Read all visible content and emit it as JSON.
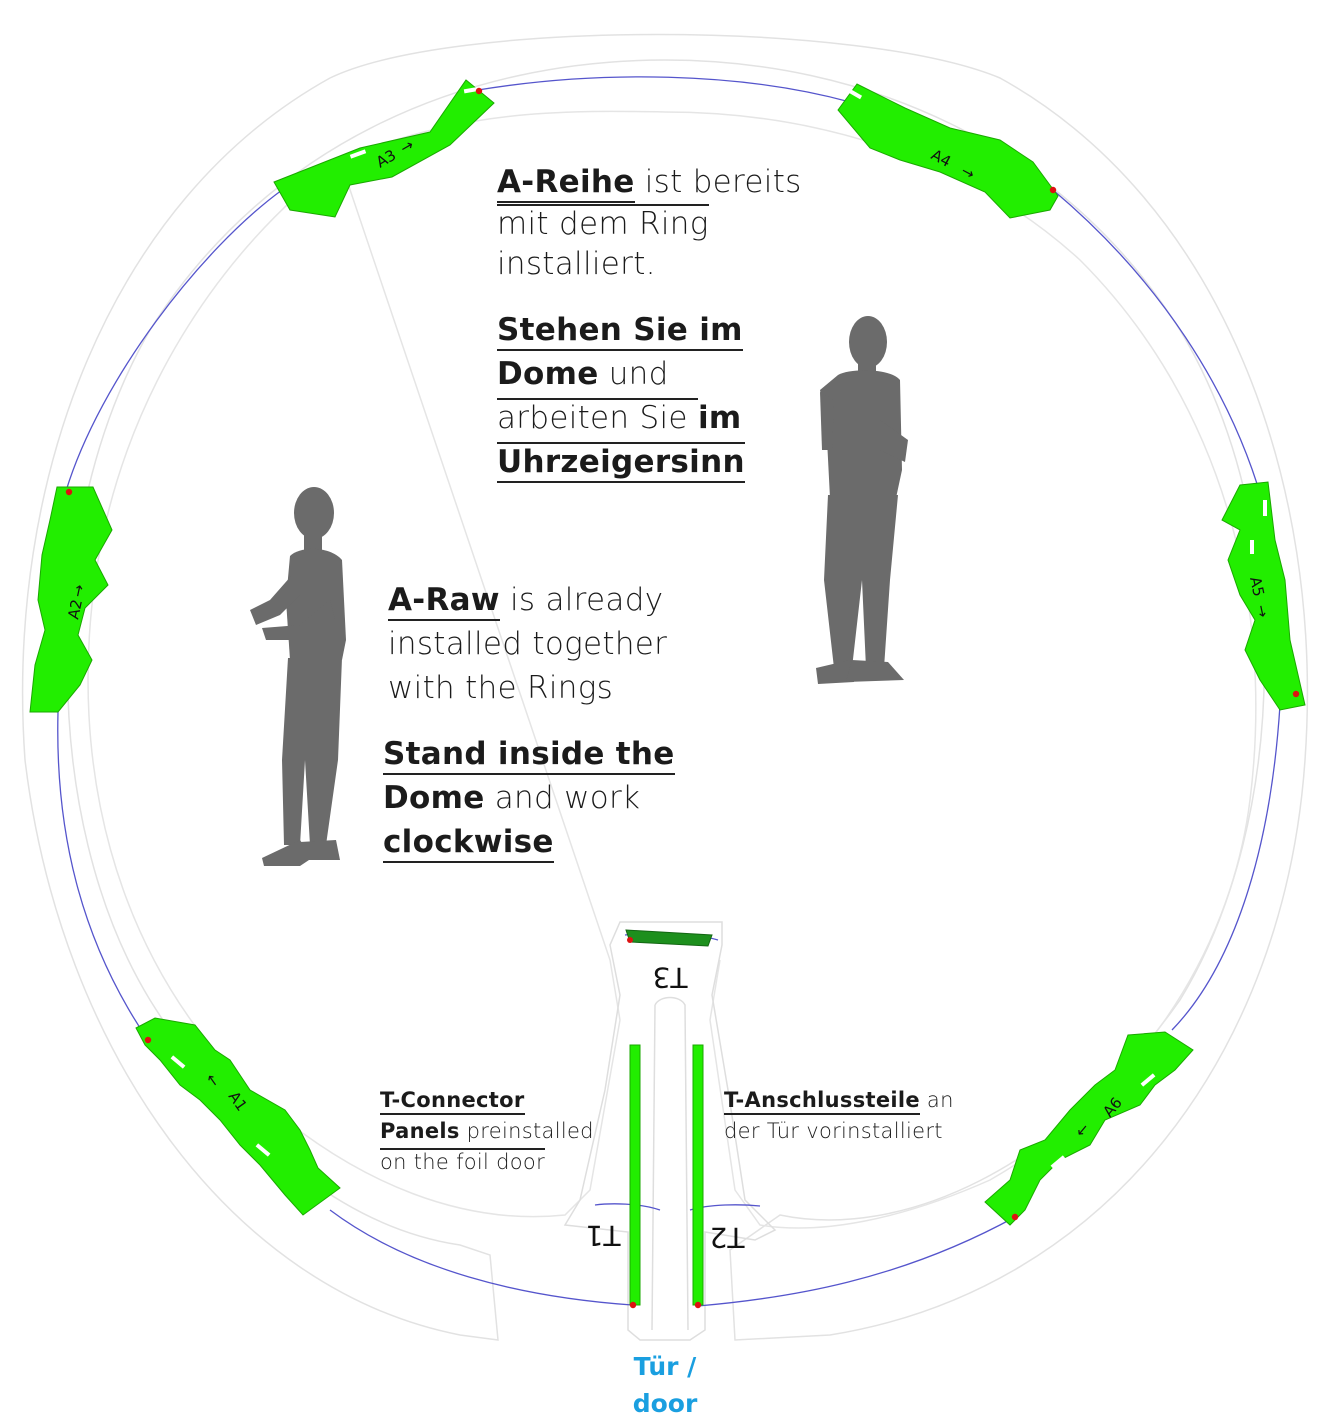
{
  "panels": {
    "A1": "A1",
    "A2": "A2",
    "A3": "A3",
    "A4": "A4",
    "A5": "A5",
    "A6": "A6",
    "T1": "T1",
    "T2": "T2",
    "T3": "T3"
  },
  "german_block": {
    "line1_bold": "A-Reihe",
    "line1_rest": " ist bereits",
    "line2": "mit dem Ring",
    "line3": "installiert.",
    "line4": "Stehen Sie im",
    "line5_bold": "Dome",
    "line5_rest": " und",
    "line6_rest": "arbeiten Sie ",
    "line6_bold": "im",
    "line7": "Uhrzeigersinn"
  },
  "english_block": {
    "line1_bold": "A-Raw",
    "line1_rest": " is already",
    "line2": "installed together",
    "line3": "with the Rings",
    "line4": "Stand inside the",
    "line5_bold": "Dome",
    "line5_rest": " and work",
    "line6": "clockwise"
  },
  "t_connector_en": {
    "line1": "T-Connector",
    "line2_bold": "Panels",
    "line2_rest": " preinstalled",
    "line3": "on the foil door"
  },
  "t_connector_de": {
    "line1_bold": "T-Anschlussteile",
    "line1_rest": " an",
    "line2": "der Tür vorinstalliert"
  },
  "door_label": {
    "line1": "Tür /",
    "line2": "door"
  },
  "colors": {
    "panel_green": "#22ee00",
    "ring_blue": "#5555cc",
    "door_blue": "#1a9fe0",
    "marker_red": "#dd1111",
    "silhouette": "#6b6b6b"
  }
}
